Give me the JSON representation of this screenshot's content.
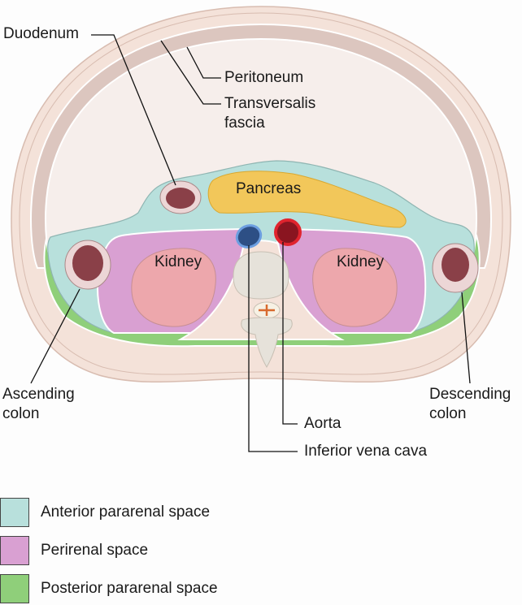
{
  "labels": {
    "duodenum": "Duodenum",
    "peritoneum": "Peritoneum",
    "transversalis_1": "Transversalis",
    "transversalis_2": "fascia",
    "pancreas": "Pancreas",
    "kidney_left": "Kidney",
    "kidney_right": "Kidney",
    "ascending_1": "Ascending",
    "ascending_2": "colon",
    "descending_1": "Descending",
    "descending_2": "colon",
    "aorta": "Aorta",
    "ivc": "Inferior vena cava"
  },
  "legend": [
    {
      "label": "Anterior pararenal space",
      "color": "#b8e0dc"
    },
    {
      "label": "Perirenal space",
      "color": "#d9a0d2"
    },
    {
      "label": "Posterior pararenal space",
      "color": "#8fcf7a"
    }
  ],
  "colors": {
    "skin": "#f4e2d9",
    "muscle_wall": "#dcc6bf",
    "peritoneal_cavity": "#f6eeeb",
    "anterior_pararenal": "#b8e0dc",
    "perirenal": "#d9a0d2",
    "posterior_pararenal": "#8fcf7a",
    "pancreas": "#f2c75a",
    "kidney": "#eda7ac",
    "bowel_lumen": "#8a4048",
    "bowel_wall": "#ecd6d6",
    "aorta": "#d8202c",
    "ivc": "#3f6fb3",
    "bone": "#e6e2da"
  }
}
